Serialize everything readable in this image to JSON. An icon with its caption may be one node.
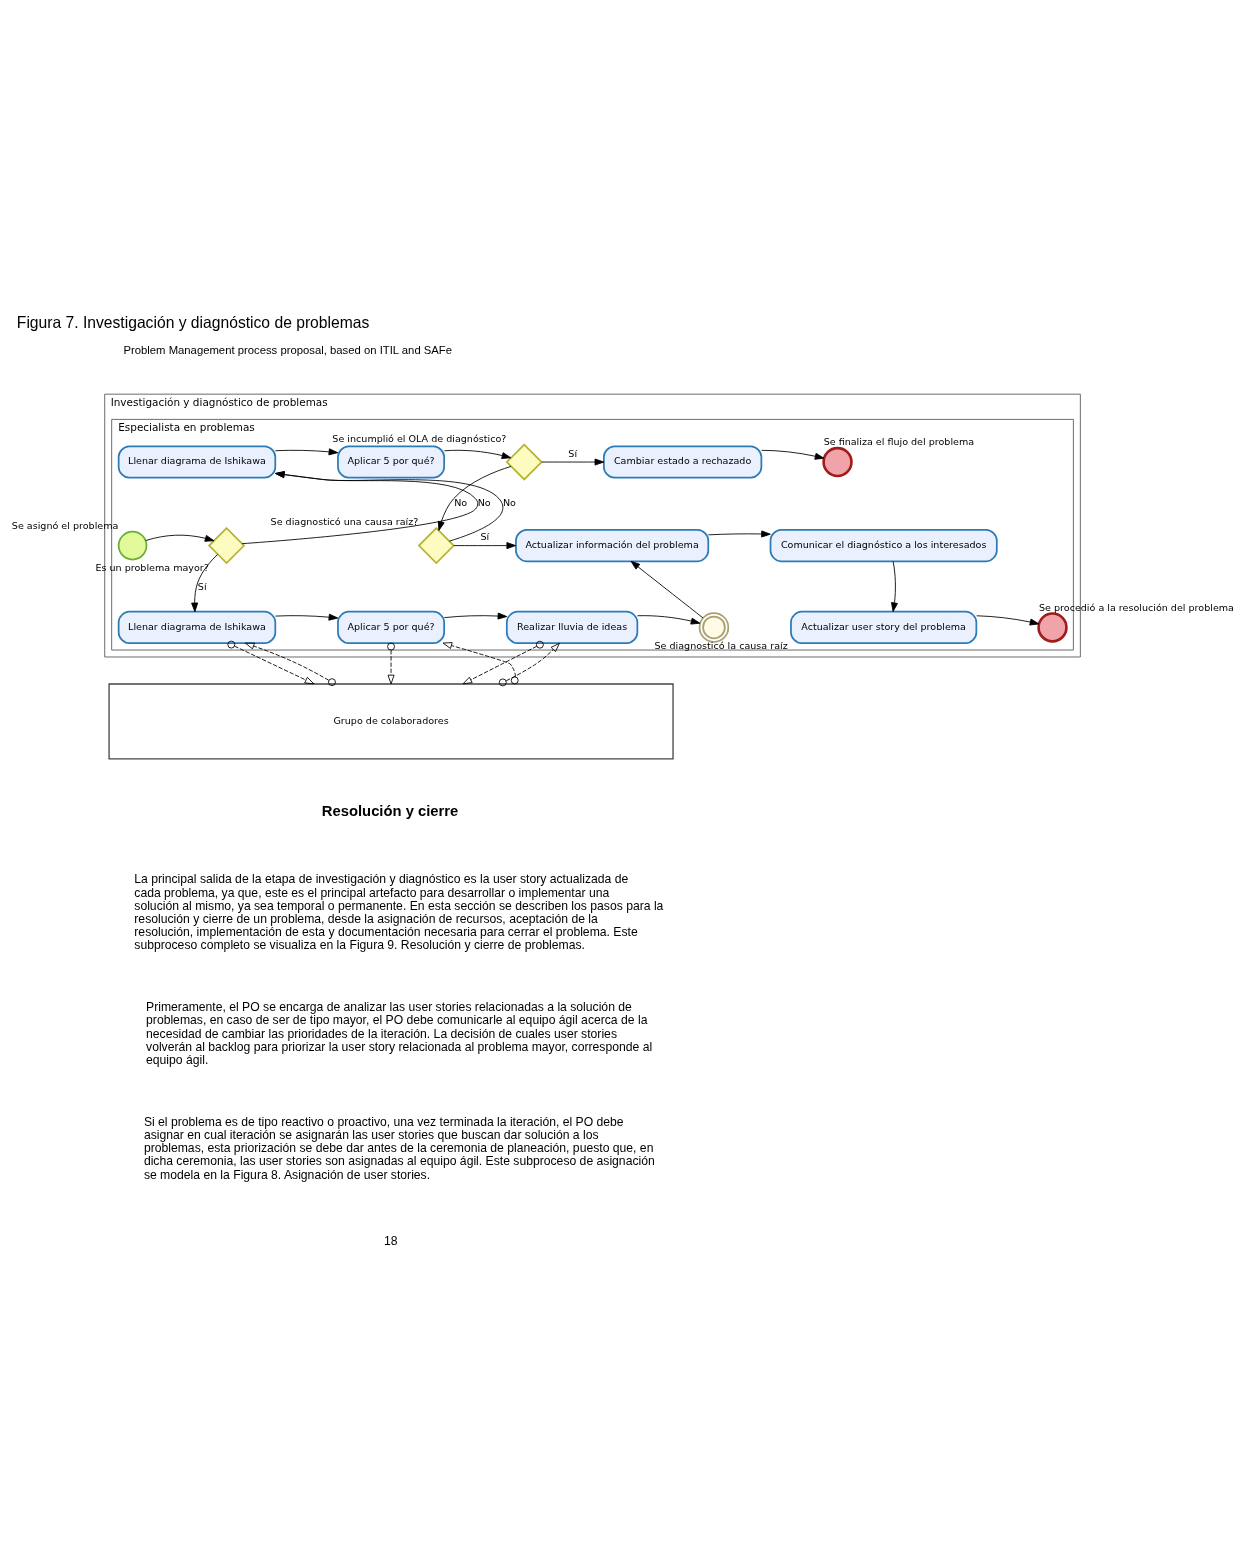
{
  "diagram": {
    "title": "Figura 7. Investigación y diagnóstico de problemas",
    "nodes": [
      {
        "text": [
          "Investigación y diagnóstico de problemas"
        ]
      },
      {
        "text": [
          "Especialista en problemas"
        ],
        "in": 0
      },
      {
        "text": [],
        "shape": "circle",
        "beside": [
          "Se asignó el problema"
        ],
        "in": 1
      },
      {
        "text": [],
        "shape": "diamond",
        "beside": [
          "Es un problema mayor?"
        ],
        "in": 1
      },
      {
        "text": [
          "Llenar diagrama de Ishikawa"
        ],
        "in": 1
      },
      {
        "text": [
          "Aplicar 5 por qué?"
        ],
        "in": 1
      },
      {
        "text": [],
        "shape": "diamond",
        "beside": [
          "Se incumplió el OLA de diagnóstico?"
        ],
        "in": 1
      },
      {
        "text": [
          "Cambiar estado a rechazado"
        ],
        "in": 1
      },
      {
        "text": [],
        "shape": "circle",
        "beside": [
          "Se finaliza el flujo del problema"
        ],
        "in": 1
      },
      {
        "text": [],
        "shape": "diamond",
        "beside": [
          "Se diagnosticó una causa raíz?"
        ],
        "in": 1
      },
      {
        "text": [
          "Actualizar información del problema"
        ],
        "in": 1
      },
      {
        "text": [
          "Comunicar el diagnóstico a los interesados"
        ],
        "in": 1
      },
      {
        "text": [
          "Llenar diagrama de Ishikawa"
        ],
        "in": 1
      },
      {
        "text": [
          "Aplicar 5 por qué?"
        ],
        "in": 1
      },
      {
        "text": [
          "Realizar lluvia de ideas"
        ],
        "in": 1
      },
      {
        "text": [],
        "shape": "circle",
        "beside": [
          "Se diagnosticó la causa raíz"
        ],
        "in": 1
      },
      {
        "text": [
          "Actualizar user story del problema"
        ],
        "in": 1
      },
      {
        "text": [],
        "shape": "circle",
        "beside": [
          "Se procedió a la resolución del problema"
        ],
        "in": 1
      },
      {
        "text": [
          "Grupo de colaboradores"
        ]
      }
    ],
    "edges": [
      {
        "from": 2,
        "to": 3,
        "arrow": "to"
      },
      {
        "from": 3,
        "to": 4,
        "arrow": "to",
        "label": "No"
      },
      {
        "from": 3,
        "to": 12,
        "arrow": "to",
        "label": "Sí"
      },
      {
        "from": 4,
        "to": 5,
        "arrow": "to"
      },
      {
        "from": 5,
        "to": 6,
        "arrow": "to"
      },
      {
        "from": 6,
        "to": 7,
        "arrow": "to",
        "label": "Sí"
      },
      {
        "from": 7,
        "to": 8,
        "arrow": "to"
      },
      {
        "from": 6,
        "to": 9,
        "arrow": "to",
        "label": "No"
      },
      {
        "from": 9,
        "to": 4,
        "arrow": "to",
        "label": "No"
      },
      {
        "from": 9,
        "to": 10,
        "arrow": "to",
        "label": "Sí"
      },
      {
        "from": 10,
        "to": 11,
        "arrow": "to"
      },
      {
        "from": 11,
        "to": 16,
        "arrow": "to"
      },
      {
        "from": 16,
        "to": 17,
        "arrow": "to"
      },
      {
        "from": 12,
        "to": 13,
        "arrow": "to"
      },
      {
        "from": 13,
        "to": 14,
        "arrow": "to"
      },
      {
        "from": 14,
        "to": 15,
        "arrow": "to"
      },
      {
        "from": 15,
        "to": 10,
        "arrow": "to"
      },
      {
        "from": 12,
        "to": 18,
        "arrow": "to",
        "style": "dashed"
      },
      {
        "from": 18,
        "to": 12,
        "arrow": "to",
        "style": "dashed"
      },
      {
        "from": 13,
        "to": 18,
        "arrow": "to",
        "style": "dashed"
      },
      {
        "from": 18,
        "to": 13,
        "arrow": "to",
        "style": "dashed"
      },
      {
        "from": 14,
        "to": 18,
        "arrow": "to",
        "style": "dashed"
      },
      {
        "from": 18,
        "to": 14,
        "arrow": "to",
        "style": "dashed"
      }
    ],
    "labels": [
      "Problem Management process proposal, based on ITIL and SAFe",
      "Resolución y cierre",
      "La principal salida de la etapa de investigación y diagnóstico es la user story actualizada de cada problema, ya que, este es el principal artefacto para desarrollar o implementar una solución al mismo, ya sea temporal o permanente. En esta sección se describen los pasos para la resolución y cierre de un problema, desde la asignación de recursos, aceptación de la resolución, implementación de esta y documentación necesaria para cerrar el problema. Este subproceso completo se visualiza en la Figura 9. Resolución y cierre de problemas.",
      "Primeramente, el PO se encarga de analizar las user stories relacionadas a la solución de problemas, en caso de ser de tipo mayor, el PO debe comunicarle al equipo ágil acerca de la necesidad de cambiar las prioridades de la iteración. La decisión de cuales user stories volverán al backlog para priorizar la user story relacionada al problema mayor, corresponde al equipo ágil.",
      "Si el problema es de tipo reactivo o proactivo, una vez terminada la iteración, el PO debe asignar en cual iteración se asignarán las user stories que buscan dar solución a los problemas, esta priorización se debe dar antes de la ceremonia de planeación, puesto que, en dicha ceremonia, las user stories son asignadas al equipo ágil. Este subproceso de asignación se modela en la Figura 8. Asignación de user stories.",
      "18"
    ]
  }
}
